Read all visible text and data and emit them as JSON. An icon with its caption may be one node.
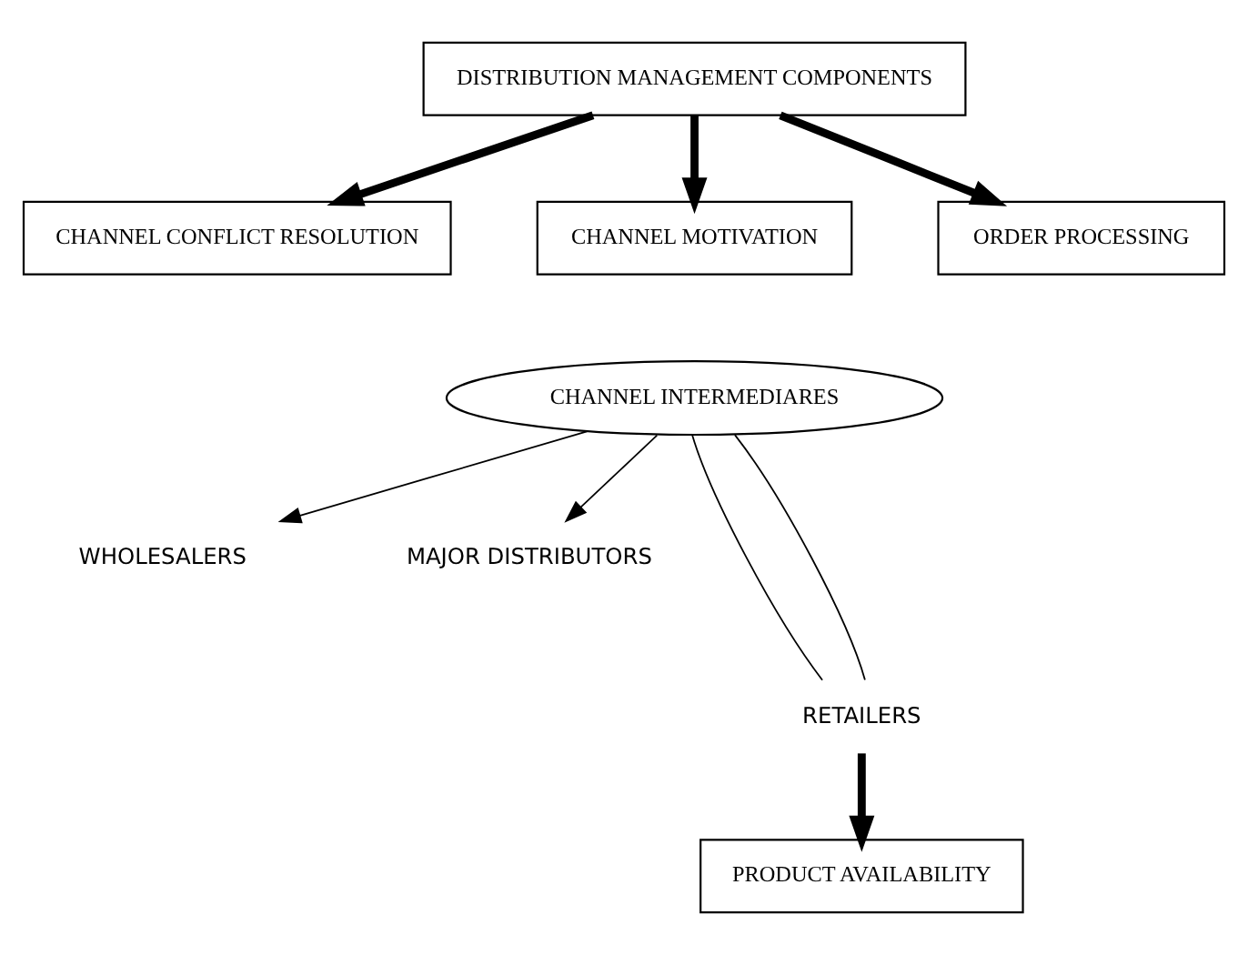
{
  "diagram": {
    "nodes": [
      {
        "text": [
          "DISTRIBUTION MANAGEMENT COMPONENTS"
        ]
      },
      {
        "text": [
          "CHANNEL CONFLICT RESOLUTION"
        ]
      },
      {
        "text": [
          "CHANNEL MOTIVATION"
        ]
      },
      {
        "text": [
          "ORDER PROCESSING"
        ]
      },
      {
        "text": [
          "CHANNEL INTERMEDIARES"
        ]
      },
      {
        "text": [
          "WHOLESALERS"
        ]
      },
      {
        "text": [
          "MAJOR DISTRIBUTORS"
        ]
      },
      {
        "text": [
          "RETAILERS"
        ]
      },
      {
        "text": [
          "PRODUCT AVAILABILITY"
        ]
      }
    ],
    "edges": [
      {
        "from": 0,
        "to": 1,
        "arrow": "to",
        "style": "thick"
      },
      {
        "from": 0,
        "to": 2,
        "arrow": "to",
        "style": "thick"
      },
      {
        "from": 0,
        "to": 3,
        "arrow": "to",
        "style": "thick"
      },
      {
        "from": 4,
        "to": 5,
        "arrow": "to"
      },
      {
        "from": 4,
        "to": 6,
        "arrow": "to"
      },
      {
        "from": 4,
        "to": 7,
        "arrow": "none"
      },
      {
        "from": 4,
        "to": 7,
        "arrow": "none"
      },
      {
        "from": 7,
        "to": 8,
        "arrow": "to",
        "style": "thick"
      }
    ]
  }
}
